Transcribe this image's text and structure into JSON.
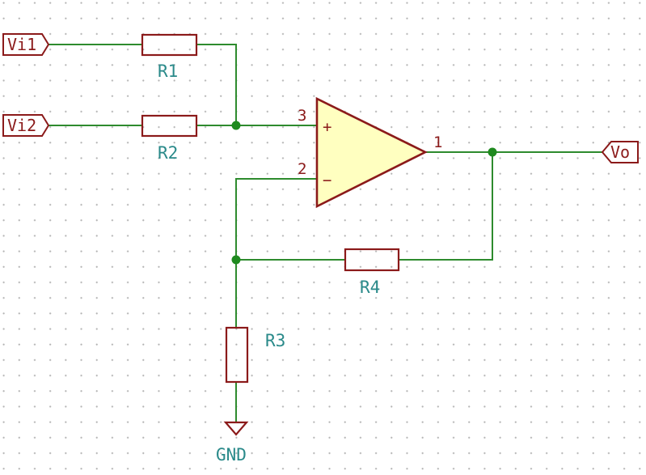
{
  "ports": {
    "vi1": "Vi1",
    "vi2": "Vi2",
    "vo": "Vo"
  },
  "components": {
    "r1": "R1",
    "r2": "R2",
    "r3": "R3",
    "r4": "R4",
    "gnd": "GND"
  },
  "opamp": {
    "pin_noninverting": "3",
    "pin_inverting": "2",
    "pin_output": "1",
    "sign_plus": "+",
    "sign_minus": "−"
  },
  "colors": {
    "wire": "#2e8b2e",
    "component": "#8b1a1a",
    "label": "#2a8a8a",
    "opamp_fill": "#ffffc0",
    "junction": "#1f8a1f"
  }
}
